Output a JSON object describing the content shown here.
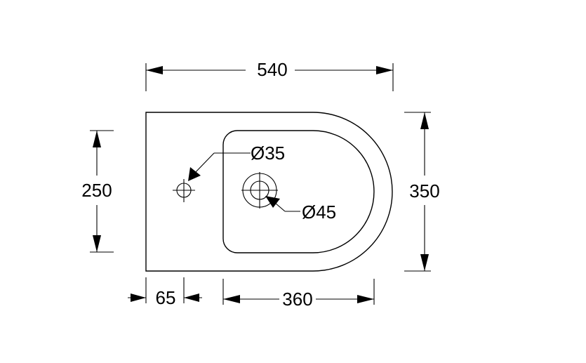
{
  "dimensions": {
    "top_width": "540",
    "left_height": "250",
    "right_height": "350",
    "bottom_offset": "65",
    "bottom_bowl": "360",
    "tap_hole": "Ø35",
    "drain_hole": "Ø45"
  },
  "colors": {
    "line": "#000000",
    "background": "#ffffff"
  }
}
